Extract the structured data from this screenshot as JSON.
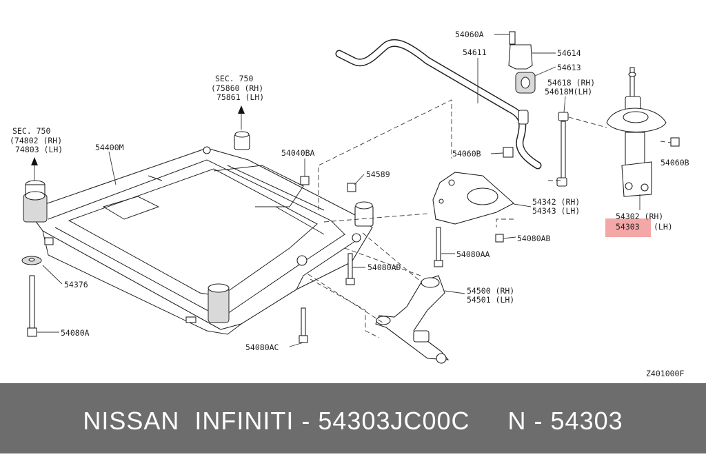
{
  "labels": {
    "sec750_a": "SEC. 750",
    "p74802": "(74802 (RH)",
    "p74803": "74803 (LH)",
    "sec750_b": "SEC. 750",
    "p75860": "(75860 (RH)",
    "p75861": "75861 (LH)",
    "p54400M": "54400M",
    "p54040BA": "54040BA",
    "p54589": "54589",
    "p54060A_top": "54060A",
    "p54611": "54611",
    "p54614": "54614",
    "p54613": "54613",
    "p54618": "54618 (RH)",
    "p54618M": "54618M(LH)",
    "p54060B_left": "54060B",
    "p54060B_right": "54060B",
    "p54342": "54342 (RH)",
    "p54343": "54343 (LH)",
    "p54080AB": "54080AB",
    "p54080AA": "54080AA",
    "p54080AD": "54080AD",
    "p54376": "54376",
    "p54080A": "54080A",
    "p54500": "54500 (RH)",
    "p54501": "54501 (LH)",
    "p54080AC": "54080AC",
    "p54302": "54302 (RH)",
    "p54303": "54303",
    "p54303_side": "(LH)",
    "ref": "Z401000F"
  },
  "highlight_color": "#f4a7a7",
  "footer": {
    "text": "NISSAN  INFINITI - 54303JC00C     N - 54303",
    "background": "#6d6d6d",
    "color": "#ffffff"
  }
}
